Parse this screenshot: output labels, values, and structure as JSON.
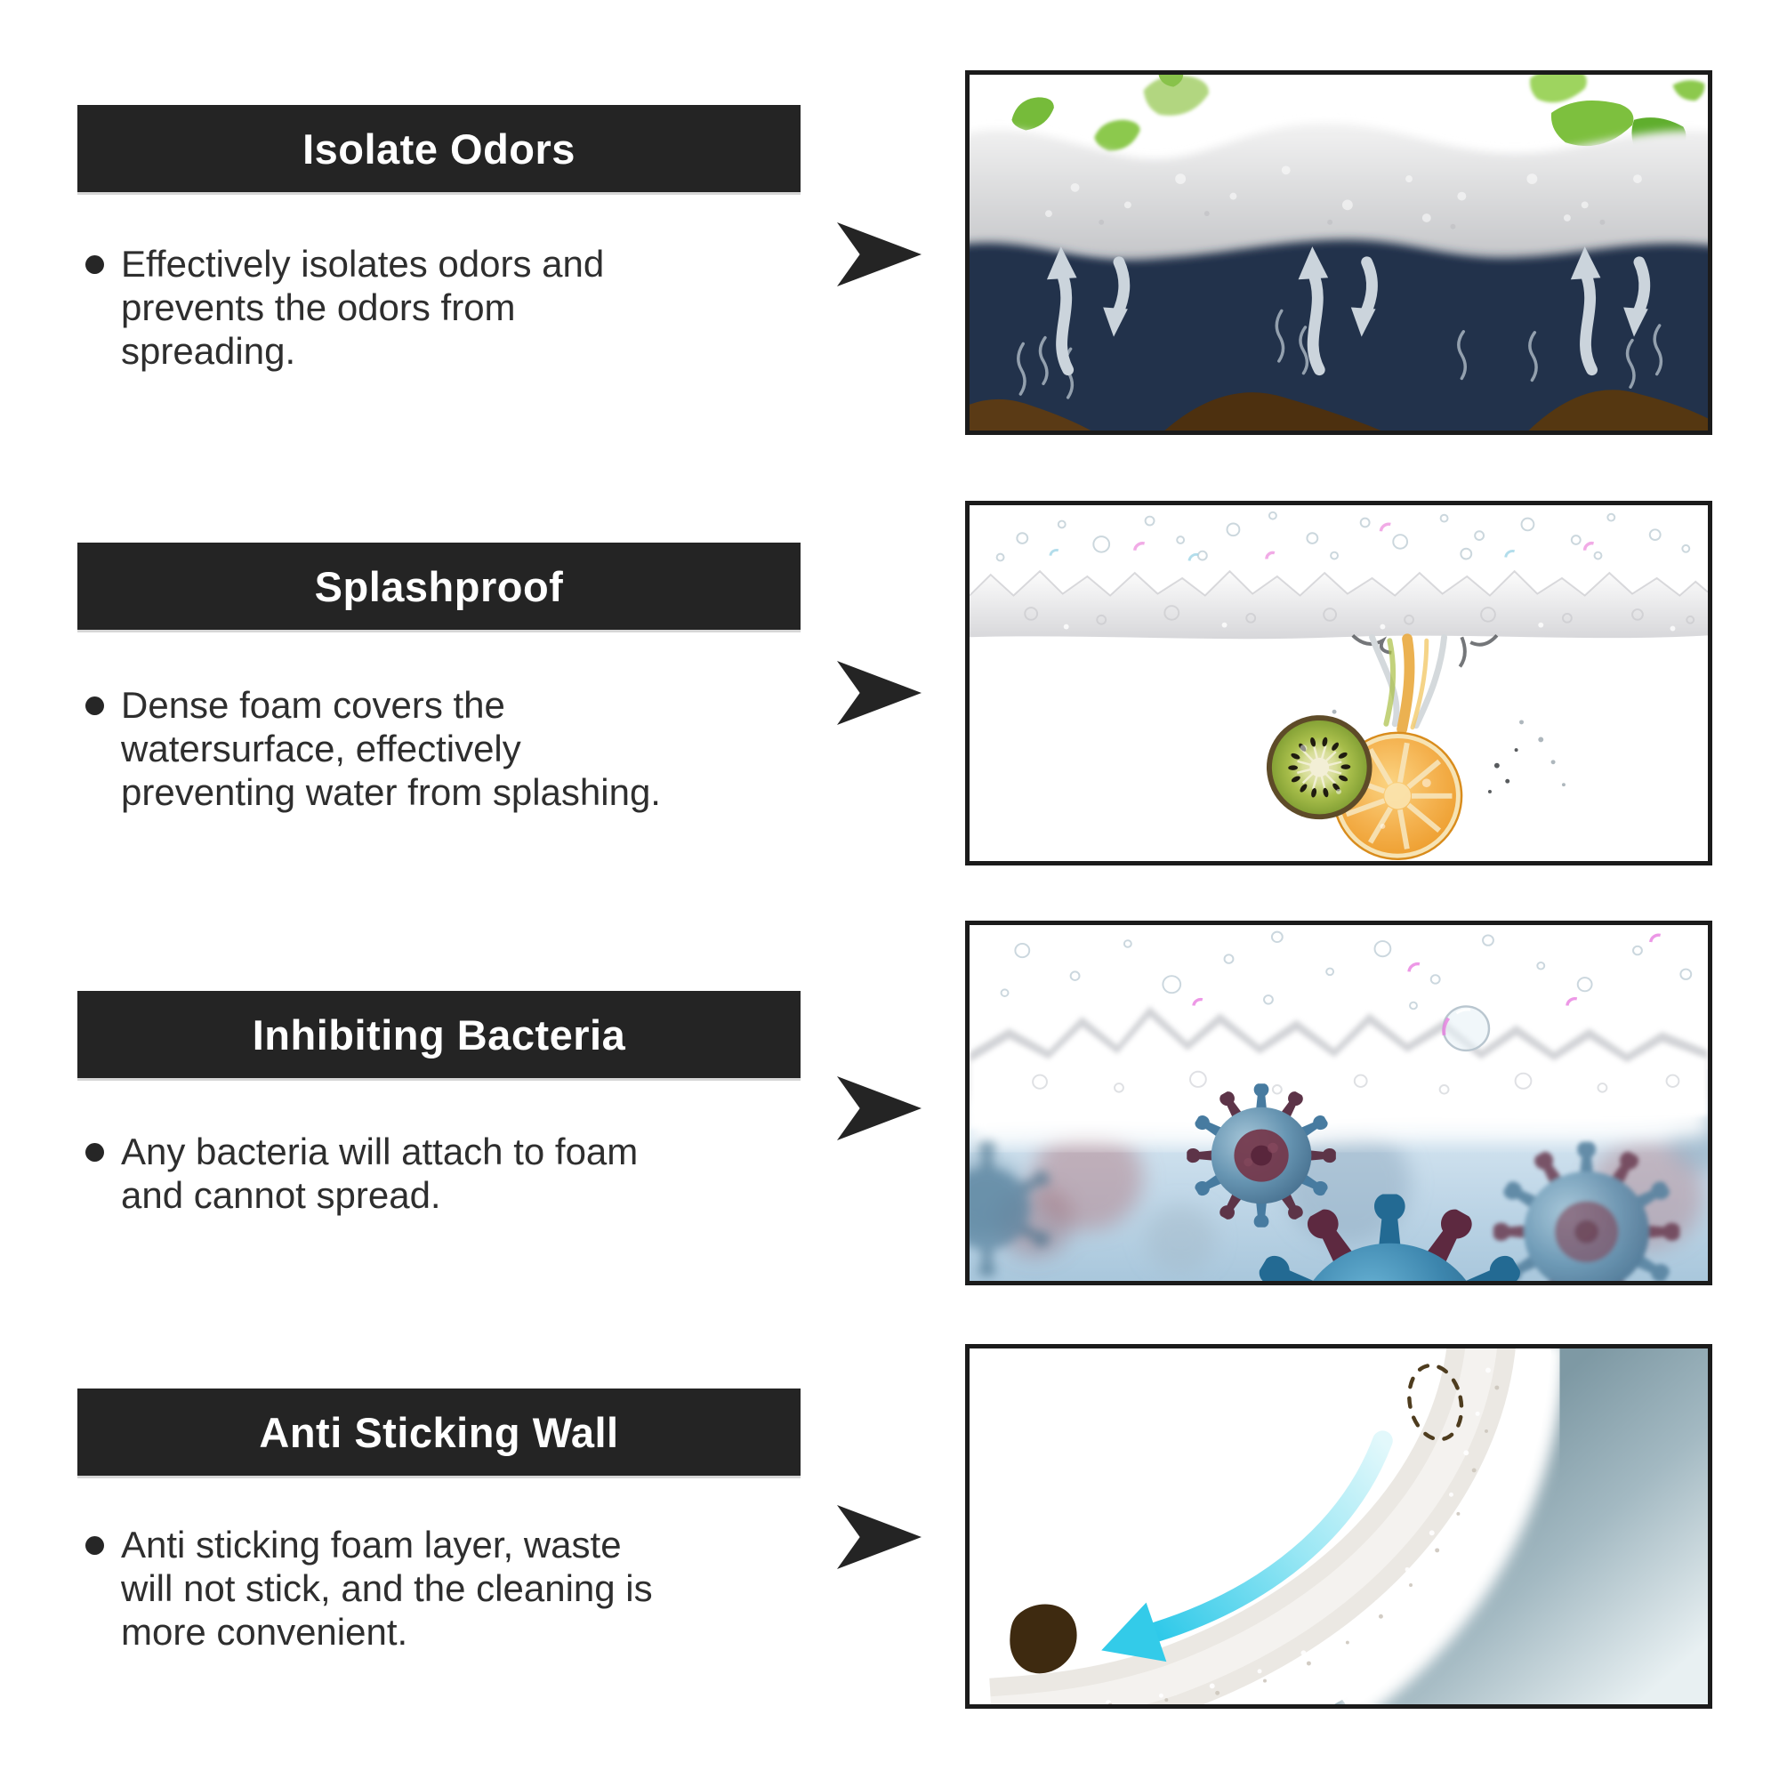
{
  "page": {
    "background": "#ffffff"
  },
  "colors": {
    "header_bg": "#242424",
    "header_text": "#ffffff",
    "body_text": "#2e2e2e",
    "bullet_dot": "#262626",
    "arrow": "#242424",
    "image_border": "#1b1b1b",
    "water_dark_navy": "#20334b",
    "water_light_blue": "#b9d2e4",
    "foam_gray": "#d7d7da",
    "cyan_arrow": "#2fc9e9",
    "leaf_green": "#7dc03e",
    "waste_brown": "#3e2a10"
  },
  "sections": [
    {
      "id": "isolate-odors",
      "header": "Isolate Odors",
      "bullet_lines": [
        "Effectively isolates odors and",
        "prevents the odors from",
        "spreading."
      ],
      "illustration": "foam-odor-barrier-illustration"
    },
    {
      "id": "splashproof",
      "header": "Splashproof",
      "bullet_lines": [
        "Dense foam covers the",
        "watersurface, effectively",
        "preventing water from splashing."
      ],
      "illustration": "fruit-splash-under-foam-illustration"
    },
    {
      "id": "inhibiting-bacteria",
      "header": "Inhibiting Bacteria",
      "bullet_lines": [
        "Any bacteria will attach to foam",
        "and cannot spread."
      ],
      "illustration": "bacteria-trapped-by-foam-illustration"
    },
    {
      "id": "anti-sticking-wall",
      "header": "Anti Sticking Wall",
      "bullet_lines": [
        "Anti sticking foam layer, waste",
        "will not stick, and the cleaning is",
        "more convenient."
      ],
      "illustration": "anti-sticking-toilet-wall-illustration"
    }
  ]
}
